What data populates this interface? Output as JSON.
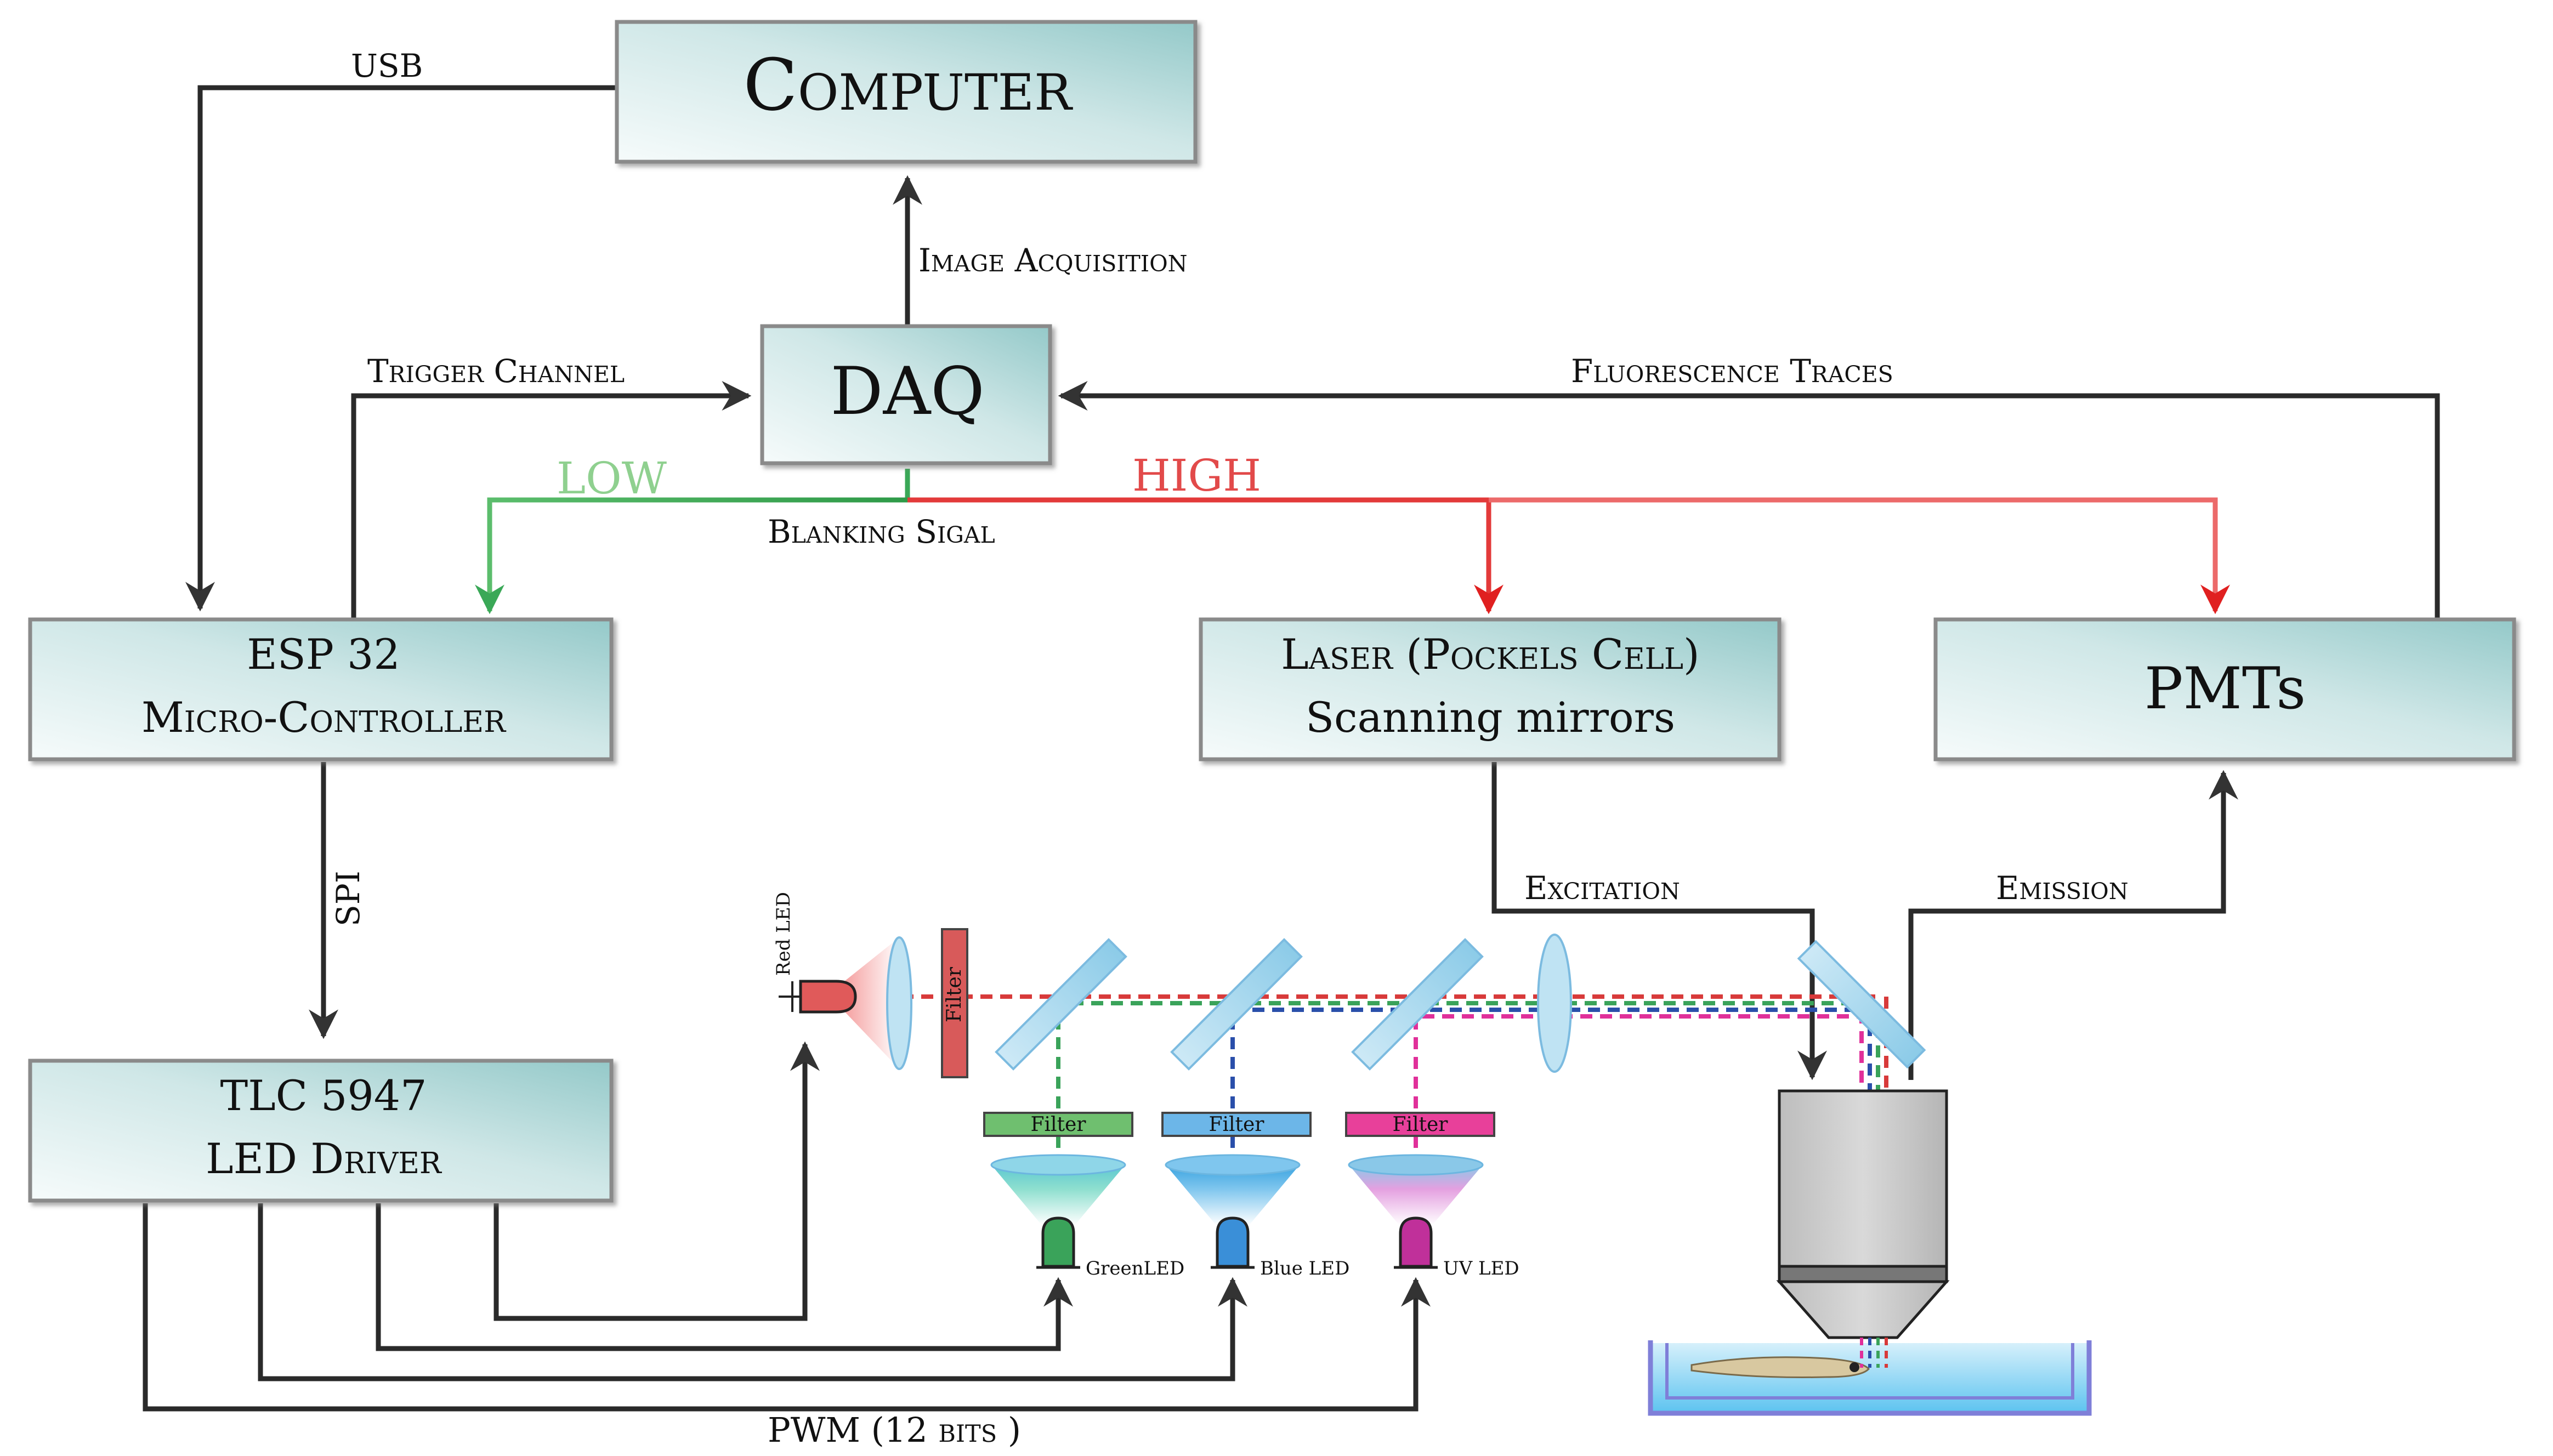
{
  "boxes": {
    "computer": "Computer",
    "daq": "DAQ",
    "esp_line1": "ESP 32",
    "esp_line2": "Micro-Controller",
    "tlc_line1": "TLC 5947",
    "tlc_line2": "LED Driver",
    "laser_line1": "Laser (Pockels Cell)",
    "laser_line2": "Scanning mirrors",
    "pmts": "PMTs"
  },
  "connections": {
    "usb": "USB",
    "image_acquisition": "Image Acquisition",
    "trigger_channel": "Trigger Channel",
    "fluorescence_traces": "Fluorescence Traces",
    "low": "LOW",
    "high": "HIGH",
    "blanking_signal": "Blanking Sigal",
    "spi": "SPI",
    "excitation": "Excitation",
    "emission": "Emission",
    "pwm": "PWM (12 bits )"
  },
  "optics": {
    "red_led": "Red LED",
    "green_led": "GreenLED",
    "blue_led": "Blue LED",
    "uv_led": "UV LED",
    "filter": "Filter"
  },
  "colors": {
    "box_fill_dark": "#9fcfcf",
    "box_fill_light": "#f4fafa",
    "line": "#222222",
    "low_green": "#4caf50",
    "high_red": "#e03a3a",
    "red_led": "#e05a5a",
    "green_led": "#3aa35a",
    "blue_led": "#3a8fd8",
    "uv_led": "#c0309a",
    "filter_green": "#6fbf6f",
    "filter_blue": "#6cb6e8",
    "filter_pink": "#e8409a",
    "filter_red": "#d85a5a"
  }
}
